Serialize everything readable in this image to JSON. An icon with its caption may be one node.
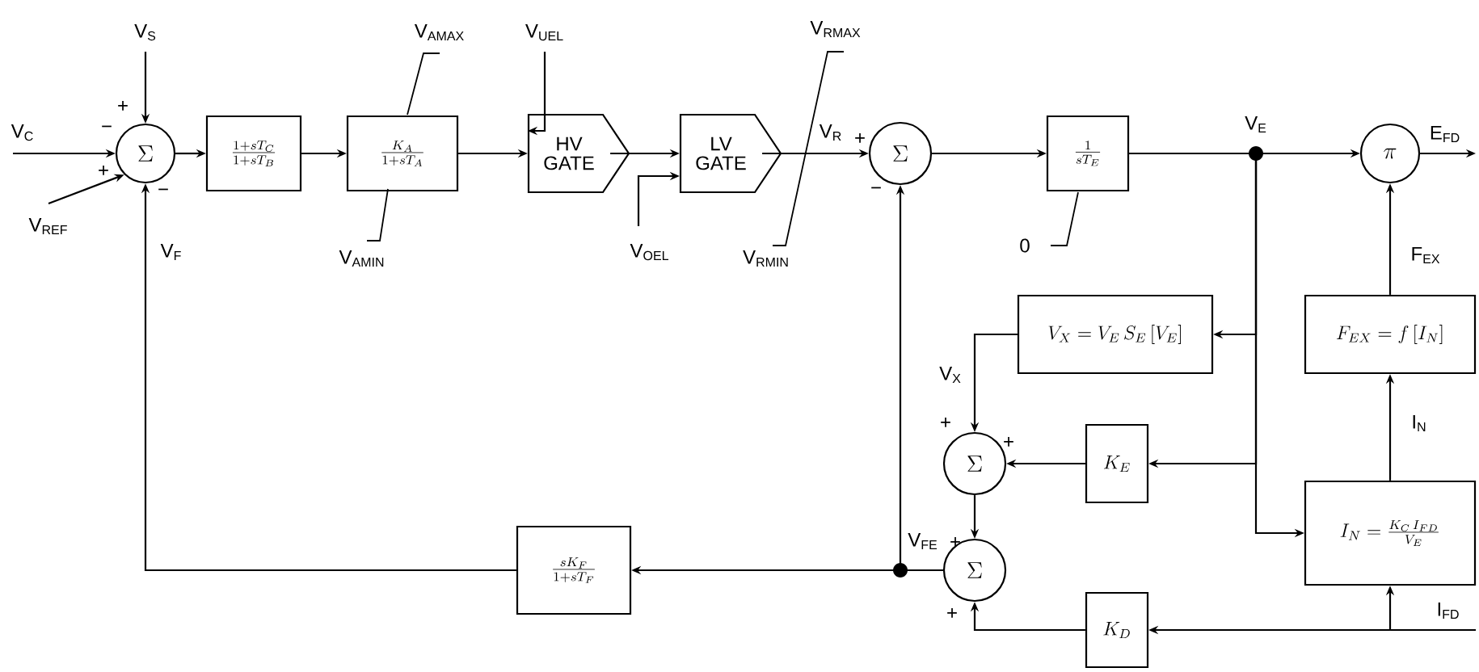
{
  "diagram": {
    "nodes": [
      {
        "text": [
          "\\Sigma"
        ]
      },
      {
        "text": [
          "\\frac{1+sT_C}{1+sT_B}"
        ]
      },
      {
        "text": [
          "\\frac{K_A}{1+sT_A}"
        ]
      },
      {
        "text": [
          "HV GATE"
        ]
      },
      {
        "text": [
          "LV GATE"
        ]
      },
      {
        "text": [
          "\\Sigma"
        ]
      },
      {
        "text": [
          "\\frac{1}{sT_E}"
        ]
      },
      {
        "text": [
          "\\pi"
        ]
      },
      {
        "text": [
          "V_X = V_E\\,S_E\\,[V_E]"
        ]
      },
      {
        "text": [
          "F_{EX} = f\\,[I_N]"
        ]
      },
      {
        "text": [
          "\\Sigma"
        ]
      },
      {
        "text": [
          "K_E"
        ]
      },
      {
        "text": [
          "I_N = \\frac{K_C\\,I_{FD}}{V_E}"
        ]
      },
      {
        "text": [
          "\\Sigma"
        ]
      },
      {
        "text": [
          "\\frac{sK_F}{1+sT_F}"
        ]
      },
      {
        "text": [
          "K_D"
        ]
      }
    ],
    "edges": [
      {
        "from": null,
        "to": 0,
        "arrow": "to",
        "label": "V$_{C}$"
      },
      {
        "from": null,
        "to": 0,
        "arrow": "to",
        "label": "V$_{S}$"
      },
      {
        "from": null,
        "to": 0,
        "arrow": "to",
        "label": "V$_{REF}$"
      },
      {
        "from": 0,
        "to": 1,
        "arrow": "to"
      },
      {
        "from": 1,
        "to": 2,
        "arrow": "to"
      },
      {
        "from": 2,
        "to": 3,
        "arrow": "to"
      },
      {
        "from": null,
        "to": 3,
        "arrow": "to",
        "label": "V$_{UEL}$"
      },
      {
        "from": 3,
        "to": 4,
        "arrow": "to"
      },
      {
        "from": null,
        "to": 4,
        "arrow": "to",
        "label": "V$_{OEL}$"
      },
      {
        "from": 4,
        "to": 5,
        "arrow": "to",
        "label": "V$_{R}$"
      },
      {
        "from": 5,
        "to": 6,
        "arrow": "to"
      },
      {
        "from": 6,
        "to": 7,
        "arrow": "to"
      },
      {
        "from": 6,
        "to": 8,
        "arrow": "to"
      },
      {
        "from": 6,
        "to": 11,
        "arrow": "to"
      },
      {
        "from": 6,
        "to": 12,
        "arrow": "to"
      },
      {
        "from": 8,
        "to": 10,
        "arrow": "to",
        "label": "V$_{X}$"
      },
      {
        "from": 11,
        "to": 10,
        "arrow": "to"
      },
      {
        "from": 10,
        "to": 13,
        "arrow": "to"
      },
      {
        "from": 13,
        "to": 14,
        "arrow": "to"
      },
      {
        "from": 13,
        "to": 5,
        "arrow": "to"
      },
      {
        "from": 14,
        "to": 0,
        "arrow": "to",
        "label": "V$_{F}$"
      },
      {
        "from": 15,
        "to": 13,
        "arrow": "to"
      },
      {
        "from": null,
        "to": 15,
        "arrow": "to",
        "label": "I$_{FD}$"
      },
      {
        "from": null,
        "to": 12,
        "arrow": "to"
      },
      {
        "from": 12,
        "to": 9,
        "arrow": "to",
        "label": "I$_{N}$"
      },
      {
        "from": 9,
        "to": 7,
        "arrow": "to",
        "label": "F$_{EX}$"
      },
      {
        "from": 7,
        "to": null,
        "arrow": "to",
        "label": "E$_{FD}$"
      }
    ],
    "labels": [
      "V$_{AMAX}$",
      "V$_{RMAX}$",
      "+",
      "−",
      "+",
      "−",
      "V$_{AMIN}$",
      "V$_{RMIN}$",
      "+",
      "−",
      "V$_{E}$",
      "0",
      "+",
      "+",
      "V$_{FE}$",
      "+",
      "+"
    ]
  }
}
